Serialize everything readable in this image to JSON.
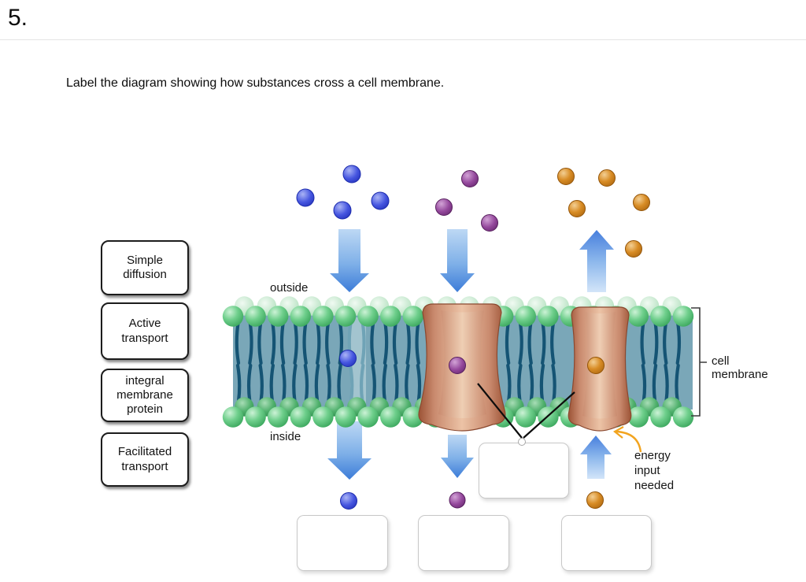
{
  "header": {
    "question_number": "5.",
    "instruction": "Label the diagram showing how substances cross a cell membrane."
  },
  "label_bank": {
    "items": [
      {
        "id": "simple-diffusion",
        "label": "Simple diffusion"
      },
      {
        "id": "active-transport",
        "label": "Active transport"
      },
      {
        "id": "integral-membrane-protein",
        "label": "integral membrane protein"
      },
      {
        "id": "facilitated-transport",
        "label": "Facilitated transport"
      }
    ]
  },
  "diagram": {
    "labels": {
      "outside": "outside",
      "inside": "inside",
      "cell_membrane": "cell membrane",
      "energy_note": "energy input needed"
    },
    "molecules": {
      "blue": {
        "color": "#3a4ad4",
        "count_outside": 4,
        "count_in_membrane": 1,
        "count_inside": 1,
        "arrow_direction": "down"
      },
      "purple": {
        "color": "#8a3d92",
        "count_outside": 3,
        "count_in_protein": 1,
        "count_inside": 1,
        "arrow_direction": "down"
      },
      "orange": {
        "color": "#d3821e",
        "count_outside": 5,
        "count_in_protein": 1,
        "count_inside": 1,
        "arrow_direction": "up"
      }
    },
    "drop_zones": [
      {
        "id": "protein-pointer-zone",
        "value": ""
      },
      {
        "id": "bottom-left-zone",
        "value": ""
      },
      {
        "id": "bottom-middle-zone",
        "value": ""
      },
      {
        "id": "bottom-right-zone",
        "value": ""
      }
    ],
    "colors": {
      "membrane_head_green": "#3fae62",
      "membrane_interior_teal": "#7aa7b8",
      "lipid_tail_teal": "#155474",
      "protein_salmon": "#c98a6e",
      "arrow_blue": "#3f7fd9",
      "energy_arrow_orange": "#f2a41f"
    }
  }
}
